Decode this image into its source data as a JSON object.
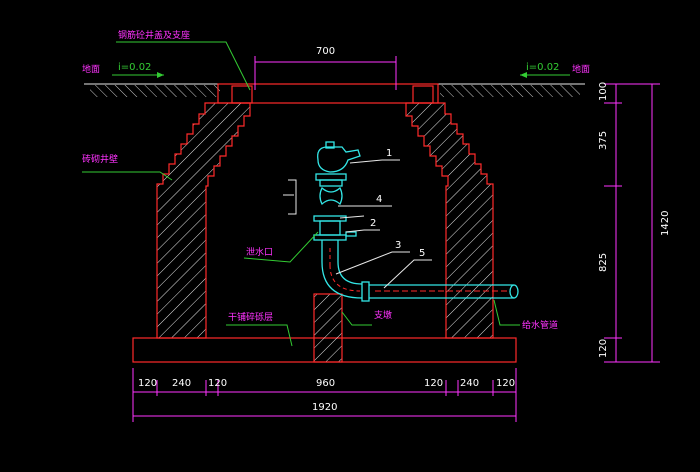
{
  "labels": {
    "cover": "钢筋砼井盖及支座",
    "ground_left": "地面",
    "ground_right": "地面",
    "wall": "砖砌井壁",
    "drain": "泄水口",
    "base": "干铺碎砾层",
    "support": "支墩",
    "pipe": "给水管道"
  },
  "slopes": {
    "left": "i=0.02",
    "right": "i=0.02"
  },
  "parts": {
    "p1": "1",
    "p2": "2",
    "p3": "3",
    "p4": "4",
    "p5": "5"
  },
  "dims": {
    "top": "700",
    "b1": "120",
    "b2": "240",
    "b3": "120",
    "b4": "960",
    "b5": "120",
    "b6": "240",
    "b7": "120",
    "total": "1920",
    "r1": "100",
    "r2": "375",
    "r3": "825",
    "r4": "120",
    "r_total": "1420"
  },
  "colors": {
    "background": "#000000",
    "structure": "#ff2a2a",
    "dimension": "#ff33ff",
    "leader": "#33cc33",
    "pipe": "#33e6e6"
  }
}
